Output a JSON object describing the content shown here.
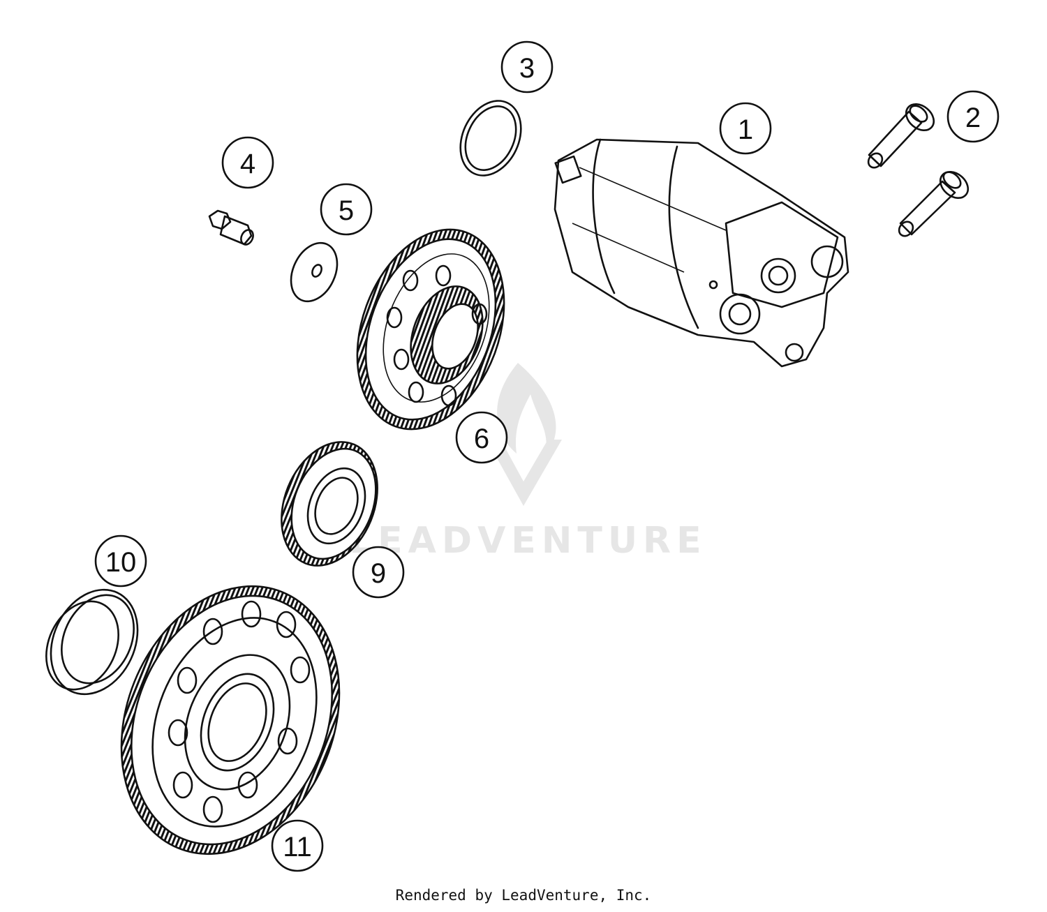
{
  "callouts": {
    "c1": "1",
    "c2": "2",
    "c3": "3",
    "c4": "4",
    "c5": "5",
    "c6": "6",
    "c9": "9",
    "c10": "10",
    "c11": "11"
  },
  "watermark": {
    "text": "LEADVENTURE"
  },
  "footer": {
    "credit": "Rendered by LeadVenture, Inc."
  }
}
